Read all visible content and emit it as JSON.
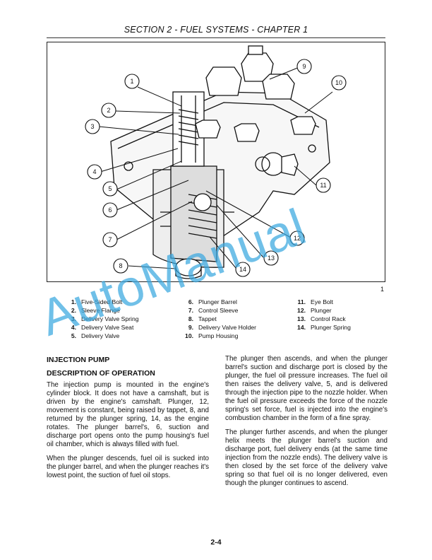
{
  "header": {
    "title": "SECTION 2 - FUEL SYSTEMS - CHAPTER 1"
  },
  "figure": {
    "number": "1",
    "callouts": [
      "1",
      "2",
      "3",
      "4",
      "5",
      "6",
      "7",
      "8",
      "9",
      "10",
      "11",
      "12",
      "13",
      "14"
    ]
  },
  "legend": {
    "col1": [
      {
        "num": "1.",
        "label": "Five-Sided Bolt"
      },
      {
        "num": "2.",
        "label": "Sleeve Flange"
      },
      {
        "num": "3.",
        "label": "Delivery Valve Spring"
      },
      {
        "num": "4.",
        "label": "Delivery Valve Seat"
      },
      {
        "num": "5.",
        "label": "Delivery Valve"
      }
    ],
    "col2": [
      {
        "num": "6.",
        "label": "Plunger Barrel"
      },
      {
        "num": "7.",
        "label": "Control Sleeve"
      },
      {
        "num": "8.",
        "label": "Tappet"
      },
      {
        "num": "9.",
        "label": "Delivery Valve Holder"
      },
      {
        "num": "10.",
        "label": "Pump Housing"
      }
    ],
    "col3": [
      {
        "num": "11.",
        "label": "Eye Bolt"
      },
      {
        "num": "12.",
        "label": "Plunger"
      },
      {
        "num": "13.",
        "label": "Control Rack"
      },
      {
        "num": "14.",
        "label": "Plunger Spring"
      }
    ]
  },
  "sections": {
    "heading1": "INJECTION PUMP",
    "heading2": "DESCRIPTION OF OPERATION",
    "left_p1": "The injection pump is mounted in the engine's cylinder block. It does not have a camshaft, but is driven by the engine's camshaft. Plunger, 12, movement is constant, being raised by tappet, 8, and returned by the plunger spring, 14, as the engine rotates. The plunger barrel's, 6, suction and discharge port opens onto the pump housing's fuel oil chamber, which is always filled with fuel.",
    "left_p2": "When the plunger descends, fuel oil is sucked into the plunger barrel, and when the plunger reaches it's lowest point, the suction of fuel oil stops.",
    "right_p1": "The plunger then ascends, and when the plunger barrel's suction and discharge port is closed by the plunger, the fuel oil pressure increases. The fuel oil then raises the delivery valve, 5, and is delivered through the injection pipe to the nozzle holder. When the fuel oil pressure exceeds the force of the nozzle spring's set force, fuel is injected into the engine's combustion chamber in the form of a fine spray.",
    "right_p2": "The plunger further ascends, and when the plunger helix meets the plunger barrel's suction and discharge port, fuel delivery ends (at the same time injection from the nozzle ends). The delivery valve is then closed by the set force of the delivery valve spring so that fuel oil is no longer delivered, even though the plunger continues to ascend."
  },
  "footer": {
    "page": "2-4"
  },
  "watermark": {
    "text": "AutoManual",
    "color": "#3aa8e0"
  }
}
